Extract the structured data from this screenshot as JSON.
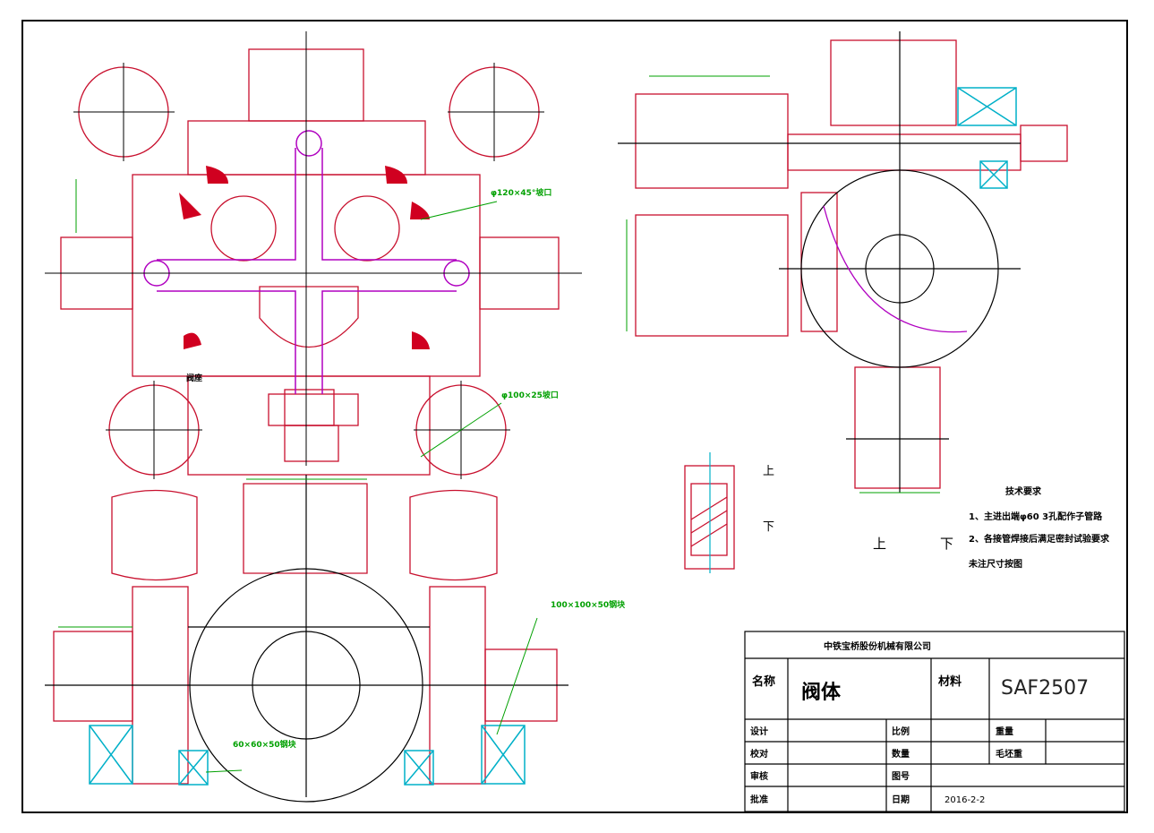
{
  "title_block": {
    "company": "中铁宝桥股份机械有限公司",
    "name_label": "名称",
    "name_value": "阀体",
    "material_label": "材料",
    "material_value": "SAF2507",
    "row_labels": [
      "设计",
      "校对",
      "审核",
      "批准"
    ],
    "col2_labels": [
      "比例",
      "数量",
      "图号",
      "日期"
    ],
    "col3_labels": [
      "重量",
      "毛坯重"
    ],
    "date_value": "2016-2-2"
  },
  "notes": {
    "heading": "技术要求",
    "lines": [
      "1、主进出端φ60 3孔配作子管路",
      "2、各接管焊接后满足密封试验要求",
      "未注尺寸按图"
    ]
  },
  "annotations": {
    "callout_1": "φ120×45°坡口",
    "callout_2": "φ100×25坡口",
    "callout_3": "100×100×50钢块",
    "callout_4": "60×60×50钢块",
    "callout_5": "上",
    "callout_6": "下",
    "callout_7": "上",
    "callout_8": "下",
    "label_valve": "阀座"
  },
  "colors": {
    "outline": "#c8102e",
    "centerline": "#000000",
    "dimension": "#00a000",
    "magenta": "#b000c0",
    "cyan": "#00b0c8",
    "fill_red": "#d00020"
  }
}
